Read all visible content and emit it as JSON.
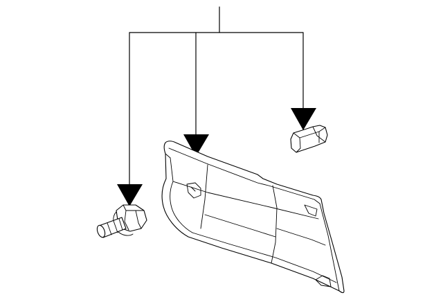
{
  "diagram": {
    "callouts": [
      {
        "name": "callout-bolt",
        "target": "bolt"
      },
      {
        "name": "callout-trim-panel",
        "target": "trim-panel"
      },
      {
        "name": "callout-clip",
        "target": "clip"
      }
    ],
    "parts": [
      "trim-panel",
      "bolt",
      "clip"
    ],
    "colors": {
      "line": "#000000",
      "fill": "#ffffff",
      "background": "#ffffff"
    }
  }
}
